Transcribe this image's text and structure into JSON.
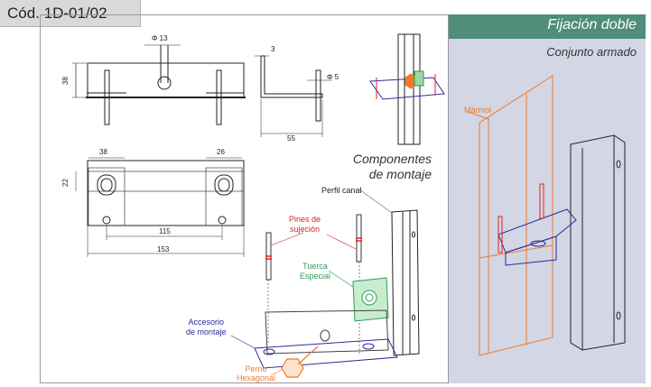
{
  "code": "Cód. 1D-01/02",
  "panel": {
    "title": "Fijación doble",
    "subtitle": "Conjunto armado",
    "marble_label": "Mármol"
  },
  "dims": {
    "diameter_13": "13",
    "height_38": "38",
    "thickness_3": "3",
    "diameter_5": "5",
    "depth_55": "55",
    "w38": "38",
    "w26": "26",
    "h22": "22",
    "d115": "115",
    "d153": "153",
    "phi": "Φ"
  },
  "components": {
    "title_line1": "Componentes",
    "title_line2": "de montaje",
    "perfil": "Perfil canal",
    "pines_1": "Pines de",
    "pines_2": "sujeción",
    "tuerca_1": "Tuerca",
    "tuerca_2": "Especial",
    "accesorio_1": "Accesorio",
    "accesorio_2": "de montaje",
    "perno_1": "Perno",
    "perno_2": "Hexagonal"
  },
  "colors": {
    "banner": "#4e8e7a",
    "panel": "#d3d6e4",
    "blue": "#2e2a9b",
    "red": "#e02020",
    "green": "#2f9a5a",
    "orange": "#f07a2a"
  }
}
